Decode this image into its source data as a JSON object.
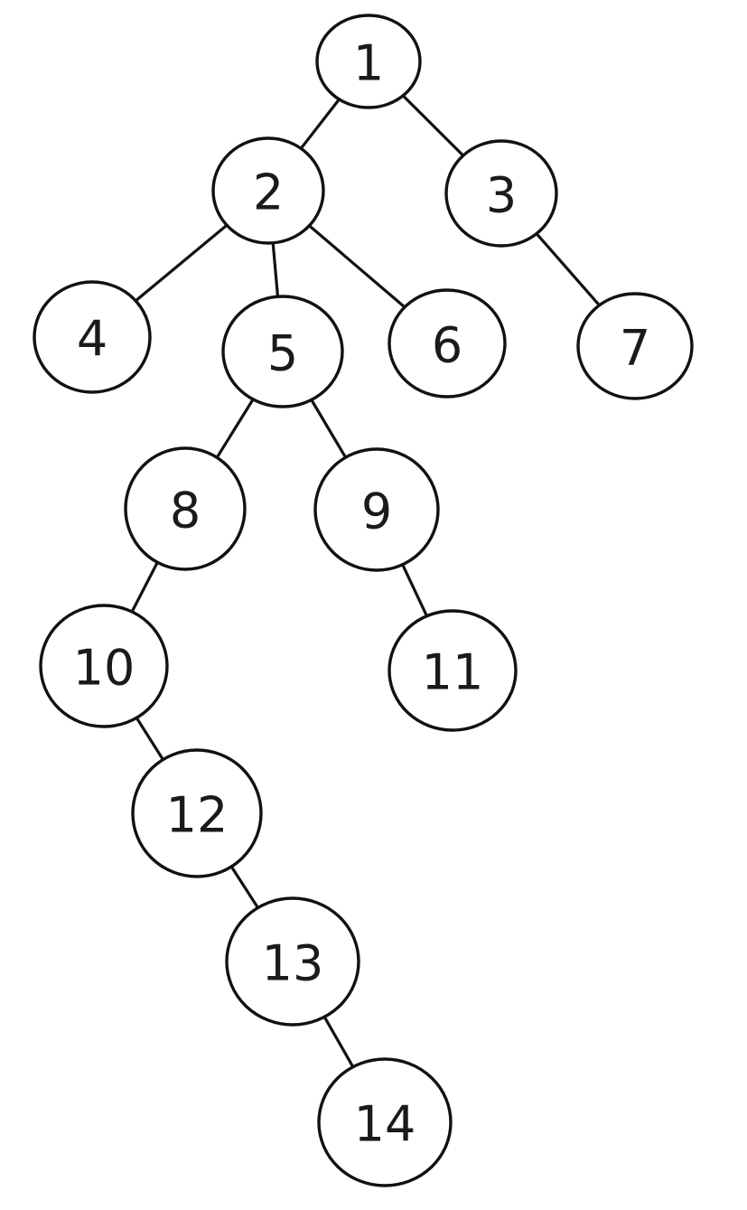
{
  "diagram": {
    "type": "binary-tree",
    "nodes": [
      {
        "id": "1",
        "label": "1"
      },
      {
        "id": "2",
        "label": "2"
      },
      {
        "id": "3",
        "label": "3"
      },
      {
        "id": "4",
        "label": "4"
      },
      {
        "id": "5",
        "label": "5"
      },
      {
        "id": "6",
        "label": "6"
      },
      {
        "id": "7",
        "label": "7"
      },
      {
        "id": "8",
        "label": "8"
      },
      {
        "id": "9",
        "label": "9"
      },
      {
        "id": "10",
        "label": "10"
      },
      {
        "id": "11",
        "label": "11"
      },
      {
        "id": "12",
        "label": "12"
      },
      {
        "id": "13",
        "label": "13"
      },
      {
        "id": "14",
        "label": "14"
      }
    ],
    "edges": [
      {
        "from": "1",
        "to": "2"
      },
      {
        "from": "1",
        "to": "3"
      },
      {
        "from": "2",
        "to": "4"
      },
      {
        "from": "2",
        "to": "5"
      },
      {
        "from": "2",
        "to": "6"
      },
      {
        "from": "3",
        "to": "7"
      },
      {
        "from": "5",
        "to": "8"
      },
      {
        "from": "5",
        "to": "9"
      },
      {
        "from": "8",
        "to": "10"
      },
      {
        "from": "9",
        "to": "11"
      },
      {
        "from": "10",
        "to": "12"
      },
      {
        "from": "12",
        "to": "13"
      },
      {
        "from": "13",
        "to": "14"
      }
    ],
    "colors": {
      "background": "#ffffff",
      "stroke": "#111111",
      "text": "#1a1a1a"
    }
  }
}
